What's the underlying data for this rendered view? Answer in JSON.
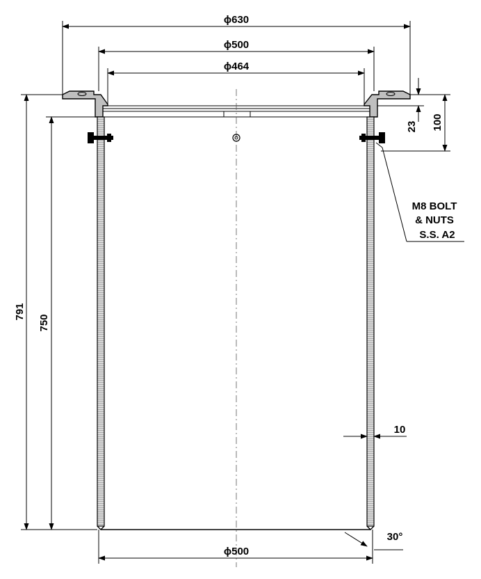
{
  "dimensions": {
    "top_diameter": "ϕ630",
    "flange_diameter": "ϕ500",
    "inner_diameter": "ϕ464",
    "overall_height": "791",
    "body_height": "750",
    "flange_thickness": "23",
    "flange_depth": "100",
    "wall_thickness": "10",
    "bottom_diameter": "ϕ500",
    "chamfer_angle": "30°"
  },
  "note": {
    "line1": "M8 BOLT",
    "line2": "& NUTS",
    "line3": "S.S. A2"
  },
  "colors": {
    "line": "#000000",
    "hatch": "#808080",
    "flange_fill": "#bfbfbf"
  }
}
